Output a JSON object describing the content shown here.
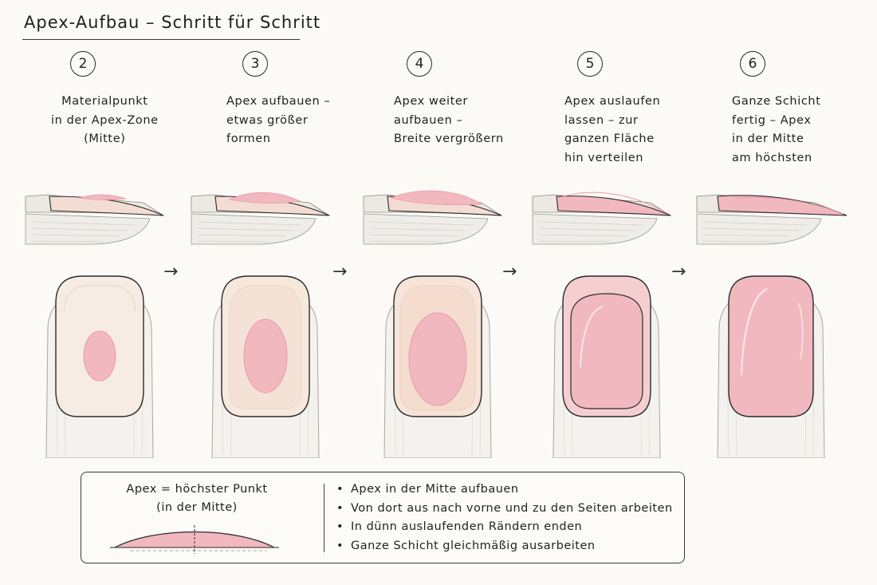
{
  "title": "Apex-Aufbau – Schritt für Schritt",
  "steps": [
    {
      "number": "2",
      "caption": "Materialpunkt\nin der Apex-Zone\n(Mitte)"
    },
    {
      "number": "3",
      "caption": "Apex aufbauen –\netwas größer\nformen"
    },
    {
      "number": "4",
      "caption": "Apex weiter\naufbauen –\nBreite vergrößern"
    },
    {
      "number": "5",
      "caption": "Apex auslaufen\nlassen – zur\nganzen Fläche\nhin verteilen"
    },
    {
      "number": "6",
      "caption": "Ganze Schicht\nfertig – Apex\nin der Mitte\nam höchsten"
    }
  ],
  "arrow_glyph": "→",
  "legend": {
    "label": "Apex = höchster Punkt\n(in der Mitte)",
    "bullet_glyph": "•",
    "items": [
      "Apex in der Mitte aufbauen",
      "Von dort aus nach vorne und zu den Seiten arbeiten",
      "In dünn auslaufenden Rändern enden",
      "Ganze Schicht gleichmäßig ausarbeiten"
    ]
  },
  "colors": {
    "gel_pink": "#f2b8c0",
    "gel_pink_dark": "#e79aa6",
    "nail_bed": "#f6e6dc",
    "finger_sketch": "#d6d2cc",
    "outline": "#2a2a2a"
  }
}
